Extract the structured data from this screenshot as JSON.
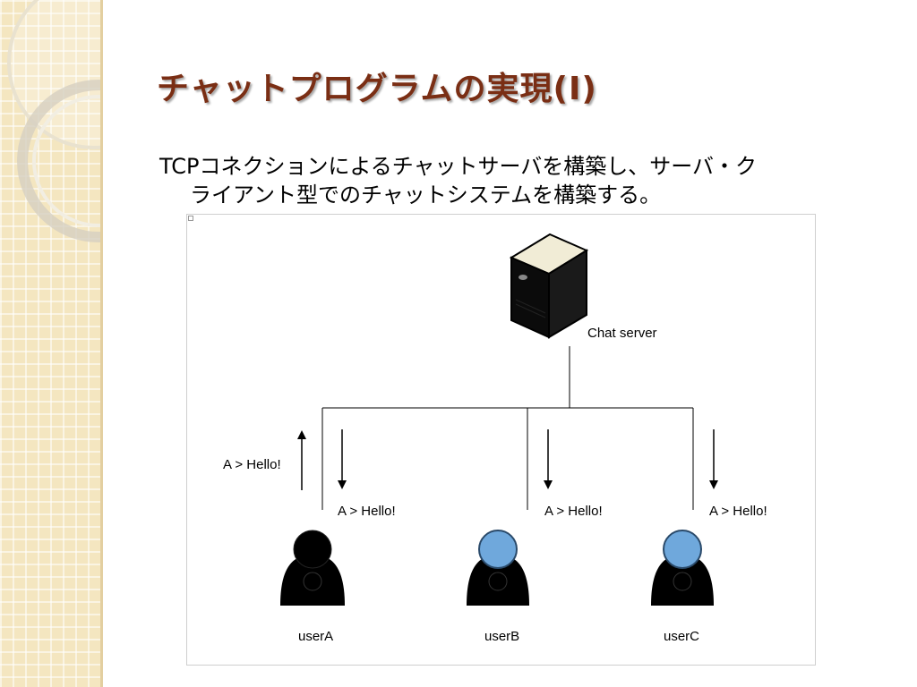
{
  "slide": {
    "title": "チャットプログラムの実現(I)",
    "bullet_line1": "TCPコネクションによるチャットサーバを構築し、サーバ・ク",
    "bullet_line2": "ライアント型でのチャットシステムを構築する。"
  },
  "diagram": {
    "server_label": "Chat server",
    "send_message": "A > Hello!",
    "recv_message_a": "A > Hello!",
    "recv_message_b": "A > Hello!",
    "recv_message_c": "A > Hello!",
    "users": [
      "userA",
      "userB",
      "userC"
    ],
    "colors": {
      "userA_head": "#000000",
      "other_head": "#6fa8dc",
      "server_top": "#f1ecd6"
    }
  }
}
